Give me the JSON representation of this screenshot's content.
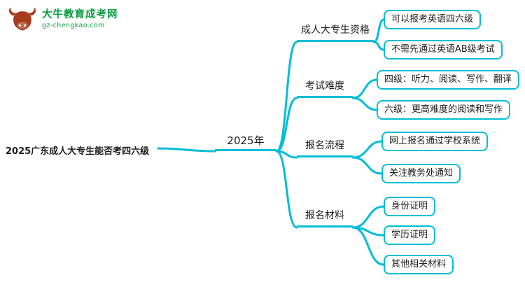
{
  "logo": {
    "title": "大牛教育成考网",
    "subtitle": "gz-chengkao.com"
  },
  "mindmap": {
    "root": "2025广东成人大专生能否考四六级",
    "year_node": "2025年",
    "branches": [
      {
        "label": "成人大专生资格",
        "children": [
          "可以报考英语四六级",
          "不需先通过英语AB级考试"
        ]
      },
      {
        "label": "考试难度",
        "children": [
          "四级：听力、阅读、写作、翻译",
          "六级：更高难度的阅读和写作"
        ]
      },
      {
        "label": "报名流程",
        "children": [
          "网上报名通过学校系统",
          "关注教务处通知"
        ]
      },
      {
        "label": "报名材料",
        "children": [
          "身份证明",
          "学历证明",
          "其他相关材料"
        ]
      }
    ]
  },
  "colors": {
    "line_color": "#00bdd6",
    "logo_green": "#0a9b40",
    "bull_red": "#a63c1e",
    "text_color": "#1c1c1c"
  }
}
